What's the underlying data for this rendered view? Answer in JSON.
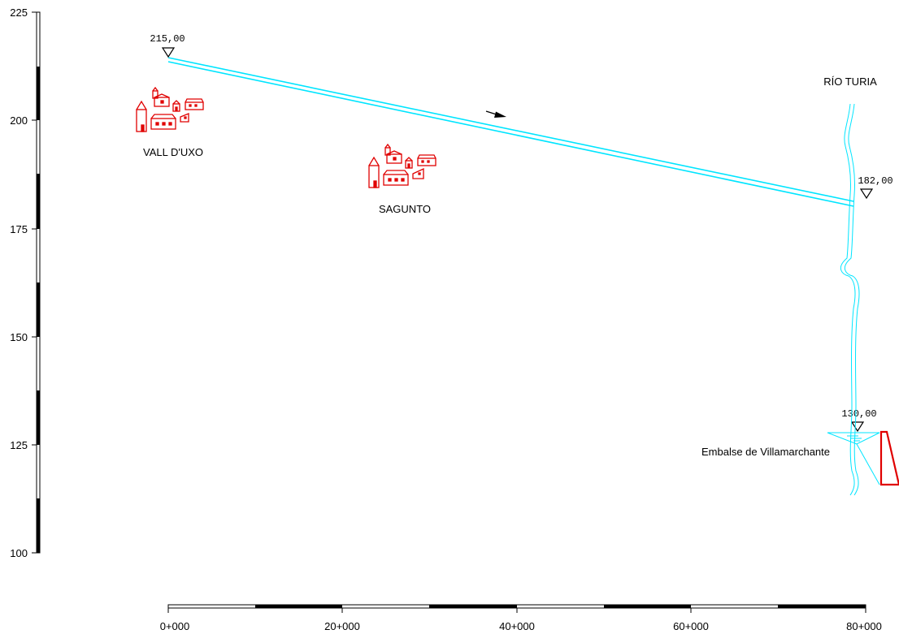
{
  "y_axis": {
    "ticks": [
      "225",
      "200",
      "175",
      "150",
      "125",
      "100"
    ]
  },
  "x_axis": {
    "ticks": [
      "0+000",
      "20+000",
      "40+000",
      "60+000",
      "80+000"
    ]
  },
  "towns": [
    {
      "name": "VALL D'UXO"
    },
    {
      "name": "SAGUNTO"
    }
  ],
  "river": {
    "name": "RÍO TURIA"
  },
  "reservoir": {
    "name": "Embalse de Villamarchante"
  },
  "elevations": [
    "215,00",
    "182,00",
    "130,00"
  ],
  "colors": {
    "pipeline": "#00e5ff",
    "river": "#00e5ff",
    "buildings": "#e00000",
    "dam": "#e00000",
    "axis": "#000000"
  },
  "icons": [
    "house-cluster-icon",
    "elevation-marker-icon",
    "flow-arrow-icon",
    "dam-icon"
  ]
}
